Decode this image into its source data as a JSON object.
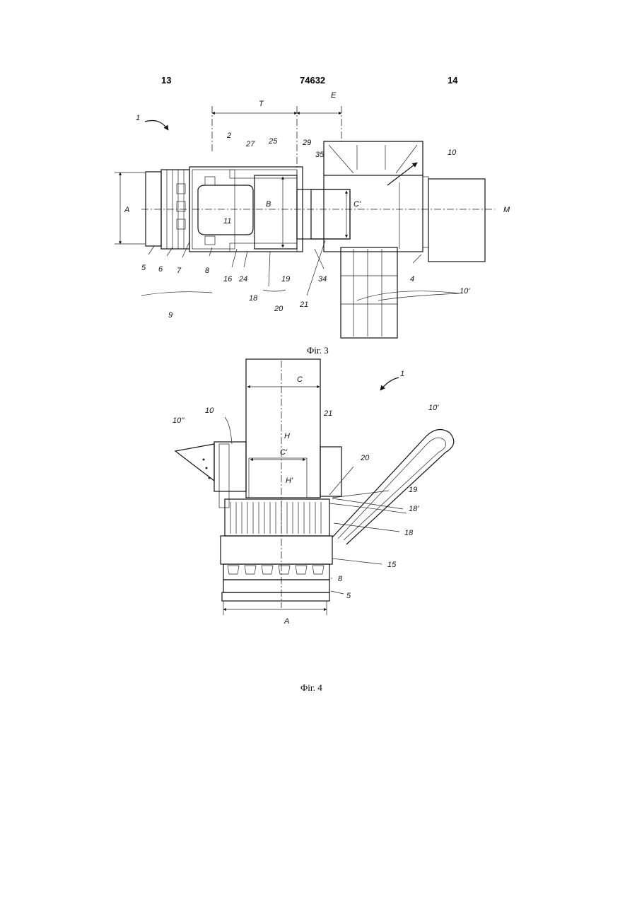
{
  "header": {
    "page_left": "13",
    "patent_number": "74632",
    "page_right": "14"
  },
  "figure3": {
    "caption": "Фіг. 3",
    "labels": {
      "ref_1": "1",
      "ref_T": "T",
      "ref_E": "E",
      "ref_2": "2",
      "ref_27": "27",
      "ref_25": "25",
      "ref_29": "29",
      "ref_35": "35",
      "ref_10": "10",
      "ref_A": "A",
      "ref_B": "B",
      "ref_C": "C'",
      "ref_11": "11",
      "ref_M": "M",
      "ref_5": "5",
      "ref_6": "6",
      "ref_7": "7",
      "ref_8": "8",
      "ref_16": "16",
      "ref_24": "24",
      "ref_19": "19",
      "ref_34": "34",
      "ref_4": "4",
      "ref_10p": "10'",
      "ref_18": "18",
      "ref_20": "20",
      "ref_21": "21",
      "ref_9": "9"
    }
  },
  "figure4": {
    "caption": "Фіг. 4",
    "labels": {
      "ref_C": "C",
      "ref_1": "1",
      "ref_10pp": "10''",
      "ref_10": "10",
      "ref_21": "21",
      "ref_H": "H",
      "ref_10p": "10'",
      "ref_Cp": "C'",
      "ref_20": "20",
      "ref_Hp": "H'",
      "ref_19": "19",
      "ref_18p": "18'",
      "ref_18": "18",
      "ref_15": "15",
      "ref_8": "8",
      "ref_5": "5",
      "ref_A": "A"
    }
  }
}
